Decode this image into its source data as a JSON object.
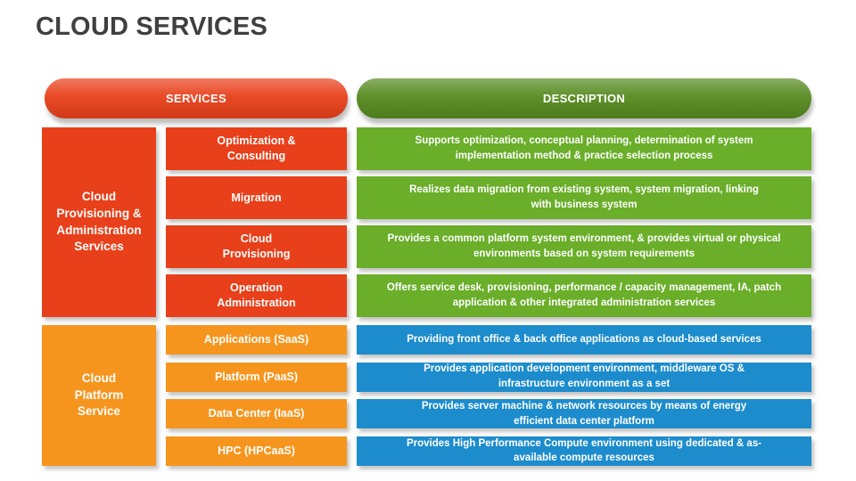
{
  "title": "CLOUD SERVICES",
  "headers": {
    "services": "SERVICES",
    "description": "DESCRIPTION"
  },
  "theme": {
    "red": "#E8401A",
    "orange": "#F6951E",
    "green": "#6AAE29",
    "green-dark": "#568A1F",
    "blue": "#1D8CCD",
    "title": "#3F3F3F"
  },
  "categories": [
    {
      "label": "Cloud\nProvisioning &\nAdministration\nServices"
    },
    {
      "label": "Cloud\nPlatform\nService"
    }
  ],
  "rows": [
    {
      "service": "Optimization &\nConsulting",
      "description": "Supports optimization, conceptual planning, determination of system\nimplementation method & practice selection process"
    },
    {
      "service": "Migration",
      "description": "Realizes data migration from existing system, system migration, linking\nwith business system"
    },
    {
      "service": "Cloud\nProvisioning",
      "description": "Provides a common platform system environment, & provides virtual  or physical\nenvironments based on system requirements"
    },
    {
      "service": "Operation\nAdministration",
      "description": "Offers service desk, provisioning, performance / capacity management, IA, patch\napplication & other integrated administration services"
    },
    {
      "service": "Applications (SaaS)",
      "description": "Providing front office & back office applications as cloud-based services"
    },
    {
      "service": "Platform (PaaS)",
      "description": "Provides application development environment, middleware OS &\ninfrastructure environment as a set"
    },
    {
      "service": "Data Center (IaaS)",
      "description": "Provides server machine & network resources by means of energy\nefficient data center platform"
    },
    {
      "service": "HPC (HPCaaS)",
      "description": "Provides High Performance Compute environment using dedicated & as-\navailable compute resources"
    }
  ]
}
